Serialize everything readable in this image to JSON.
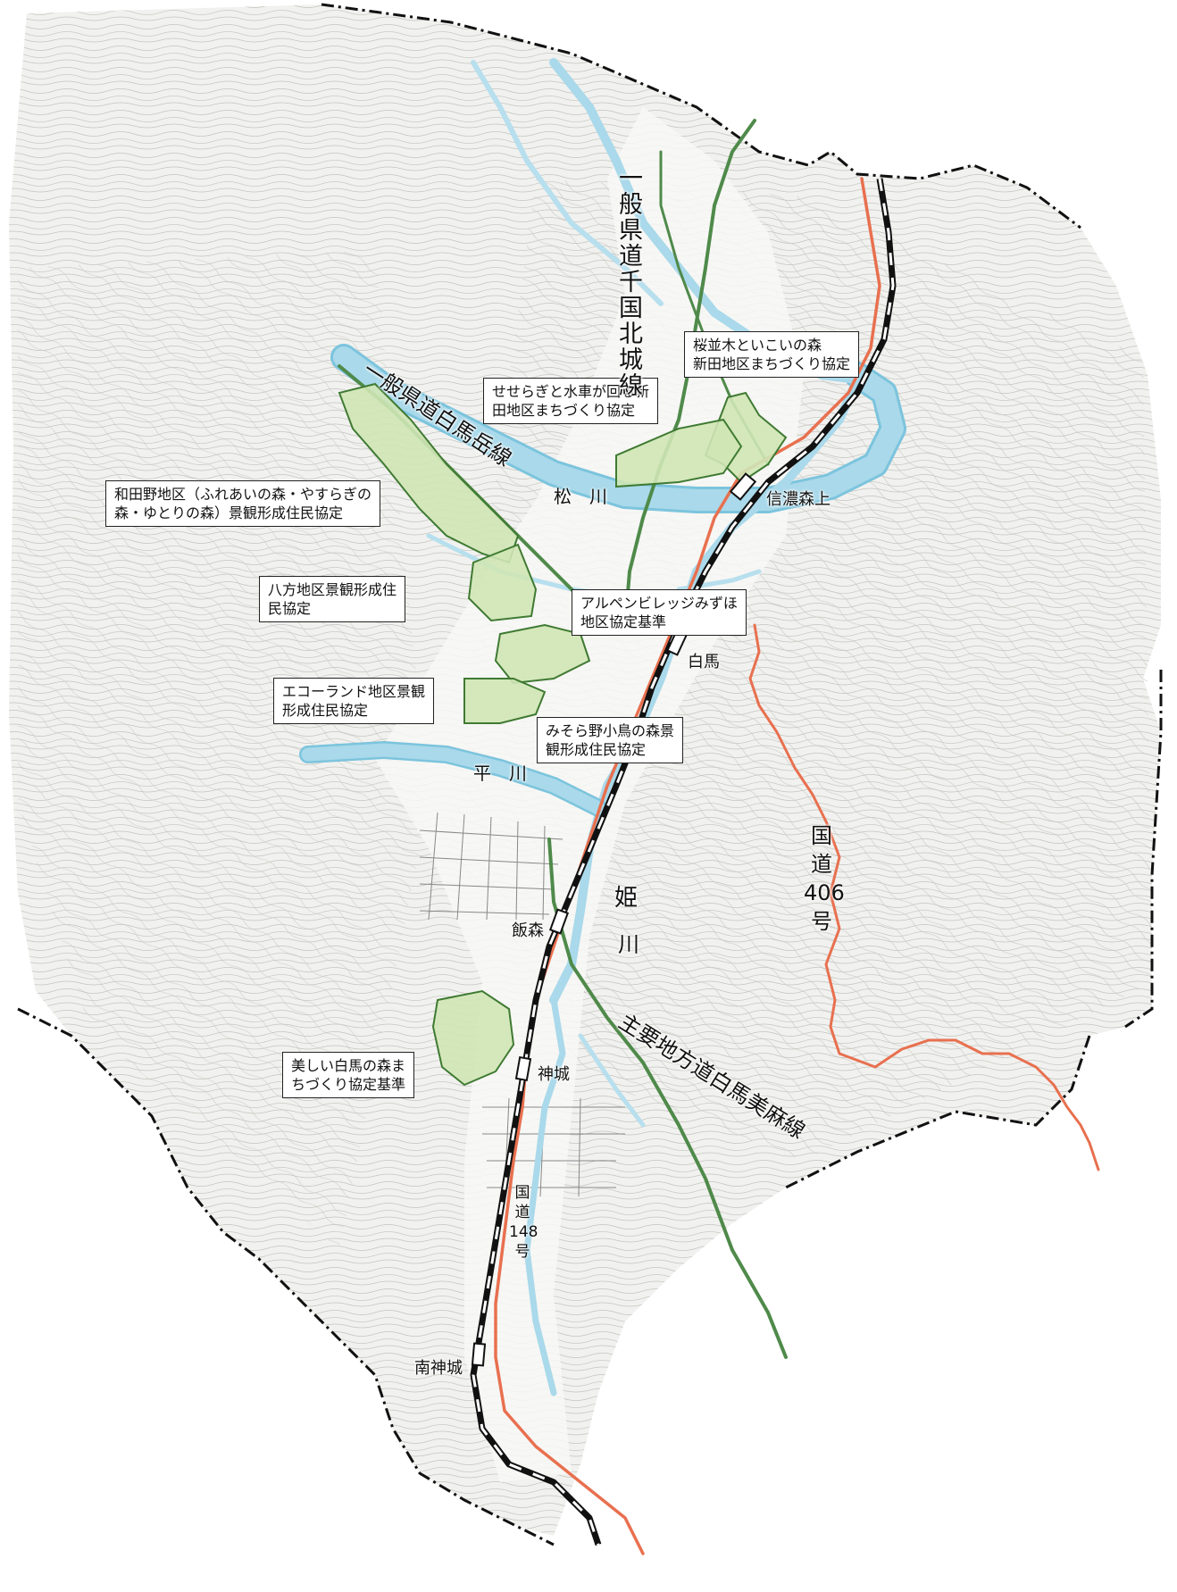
{
  "colors": {
    "paper": "#ffffff",
    "terrain": "#f1f1ef",
    "contour": "#b9b9b4",
    "river": "#a9d9ea",
    "river_edge": "#7cc4dd",
    "road_prefectural": "#4f8a4a",
    "road_national": "#e8704f",
    "railway": "#111111",
    "agreement_area_fill": "#cfe6b5",
    "agreement_area_edge": "#3f7a32",
    "boundary": "#111111"
  },
  "map": {
    "icons": [
      "contour-lines",
      "railway-line",
      "railway-station"
    ],
    "agreement_labels": [
      {
        "id": "sakuranamiki",
        "lines": [
          "桜並木といこいの森",
          "新田地区まちづくり協定"
        ]
      },
      {
        "id": "seseragi",
        "lines": [
          "せせらぎと水車が回る新",
          "田地区まちづくり協定"
        ]
      },
      {
        "id": "wadano",
        "lines": [
          "和田野地区（ふれあいの森・やすらぎの",
          "森・ゆとりの森）景観形成住民協定"
        ]
      },
      {
        "id": "happo",
        "lines": [
          "八方地区景観形成住",
          "民協定"
        ]
      },
      {
        "id": "alpen",
        "lines": [
          "アルペンビレッジみずほ",
          "地区協定基準"
        ]
      },
      {
        "id": "echoland",
        "lines": [
          "エコーランド地区景観",
          "形成住民協定"
        ]
      },
      {
        "id": "misorano",
        "lines": [
          "みそら野小鳥の森景",
          "観形成住民協定"
        ]
      },
      {
        "id": "utsukushii",
        "lines": [
          "美しい白馬の森ま",
          "ちづくり協定基準"
        ]
      }
    ],
    "road_labels": {
      "chikuni": "一般県道千国北城線",
      "hakubadake": "一般県道白馬岳線",
      "omachi": "主要地方道白馬美麻線",
      "route406": [
        "国",
        "道",
        "406",
        "号"
      ],
      "route148": [
        "国",
        "道",
        "148",
        "号"
      ]
    },
    "river_labels": {
      "matsukawa": "松　川",
      "hiragawa": "平　川",
      "himekawa": "姫",
      "himekawa2": "川"
    },
    "station_labels": {
      "shinanomoriue": "信濃森上",
      "hakuba": "白馬",
      "iimori": "飯森",
      "kamishiro": "神城",
      "minamikamishiro": "南神城"
    }
  }
}
